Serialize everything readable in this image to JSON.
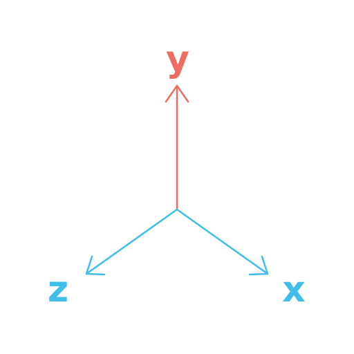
{
  "axes": [
    {
      "id": "y",
      "label": "y",
      "color": "#ef6c63"
    },
    {
      "id": "x",
      "label": "x",
      "color": "#40bde8"
    },
    {
      "id": "z",
      "label": "z",
      "color": "#40bde8"
    }
  ]
}
